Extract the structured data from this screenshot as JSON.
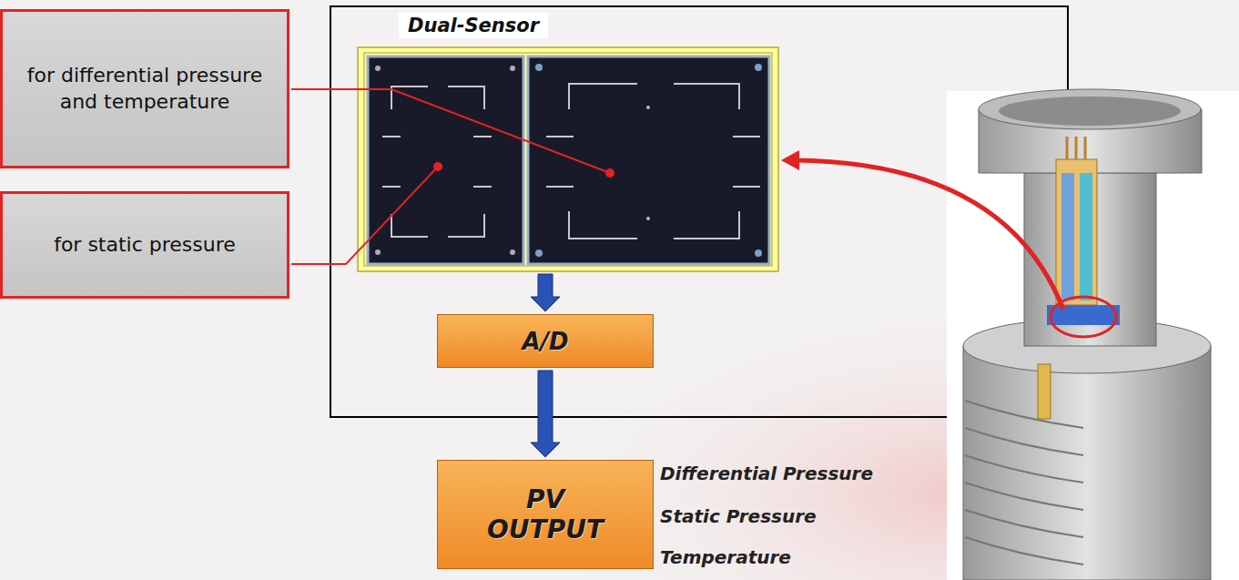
{
  "diagram": {
    "nodes": [
      {
        "text": [
          "Dual-Sensor"
        ]
      },
      {
        "text": [
          "for differential pressure and temperature"
        ]
      },
      {
        "text": [
          "for static pressure"
        ]
      },
      {
        "text": [
          "A/D"
        ]
      },
      {
        "text": [
          "PV OUTPUT"
        ]
      }
    ],
    "edges": [
      {
        "from": 0,
        "to": 3,
        "arrow": "to"
      },
      {
        "from": 3,
        "to": 4,
        "arrow": "to"
      }
    ],
    "labels": [
      "Differential Pressure",
      "Static Pressure",
      "Temperature"
    ]
  }
}
